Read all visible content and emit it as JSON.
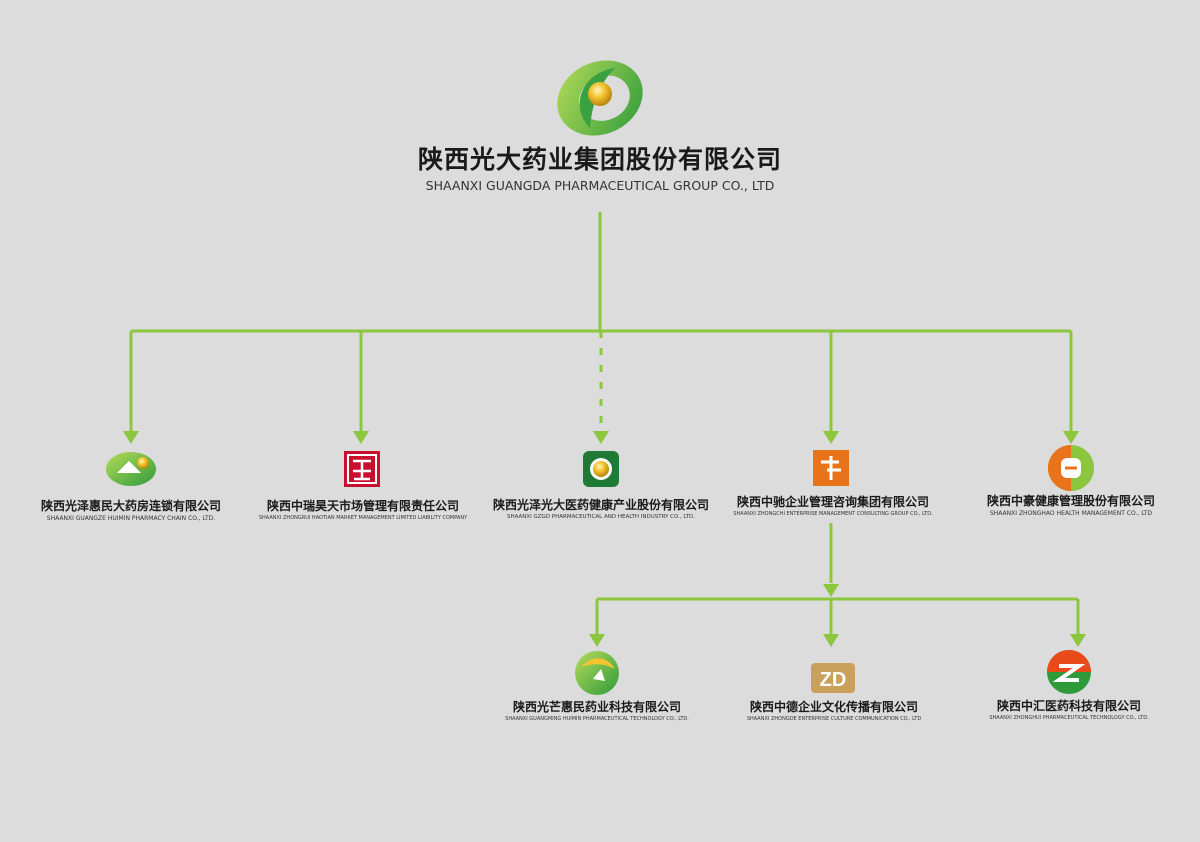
{
  "colors": {
    "line": "#8cc63f",
    "background": "#dcdcdc",
    "text": "#1a1a1a"
  },
  "root": {
    "cn": "陕西光大药业集团股份有限公司",
    "en": "SHAANXI GUANGDA PHARMACEUTICAL GROUP CO., LTD",
    "logo": "guangda-swirl-logo"
  },
  "subsidiaries": [
    {
      "cn": "陕西光泽惠民大药房连锁有限公司",
      "en": "SHAANXI GUANGZE HUIMIN PHARMACY CHAIN CO., LTD.",
      "logo": "guangze-logo",
      "link": "solid"
    },
    {
      "cn": "陕西中瑞昊天市场管理有限责任公司",
      "en": "SHAANXI ZHONGRUI HAOTIAN MARKET MANAGEMENT LIMITED LIABILITY COMPANY",
      "logo": "zhongrui-seal-logo",
      "link": "solid"
    },
    {
      "cn": "陕西光泽光大医药健康产业股份有限公司",
      "en": "SHAANXI GZGD PHARMACEUTICAL AND HEALTH INDUSTRY CO., LTD.",
      "logo": "gzgd-logo",
      "link": "dashed"
    },
    {
      "cn": "陕西中驰企业管理咨询集团有限公司",
      "en": "SHAANXI ZHONGCHI ENTERPRISE MANAGEMENT CONSULTING GROUP CO., LTD.",
      "logo": "zhongchi-logo",
      "link": "solid"
    },
    {
      "cn": "陕西中豪健康管理股份有限公司",
      "en": "SHAANXI ZHONGHAO HEALTH MANAGEMENT CO., LTD",
      "logo": "zhonghao-logo",
      "link": "solid"
    }
  ],
  "sub_subsidiaries": [
    {
      "cn": "陕西光芒惠民药业科技有限公司",
      "en": "SHAANXI GUANGMING HUIMIN PHARMACEUTICAL TECHNOLOGY CO., LTD.",
      "logo": "guangmang-logo"
    },
    {
      "cn": "陕西中德企业文化传播有限公司",
      "en": "SHAANXI ZHONGDE ENTERPRISE CULTURE COMMUNICATION CO., LTD",
      "logo": "zhongde-logo",
      "logo_text": "ZD"
    },
    {
      "cn": "陕西中汇医药科技有限公司",
      "en": "SHAANXI ZHONGHUI PHARMACEUTICAL TECHNOLOGY CO., LTD.",
      "logo": "zhonghui-logo"
    }
  ]
}
